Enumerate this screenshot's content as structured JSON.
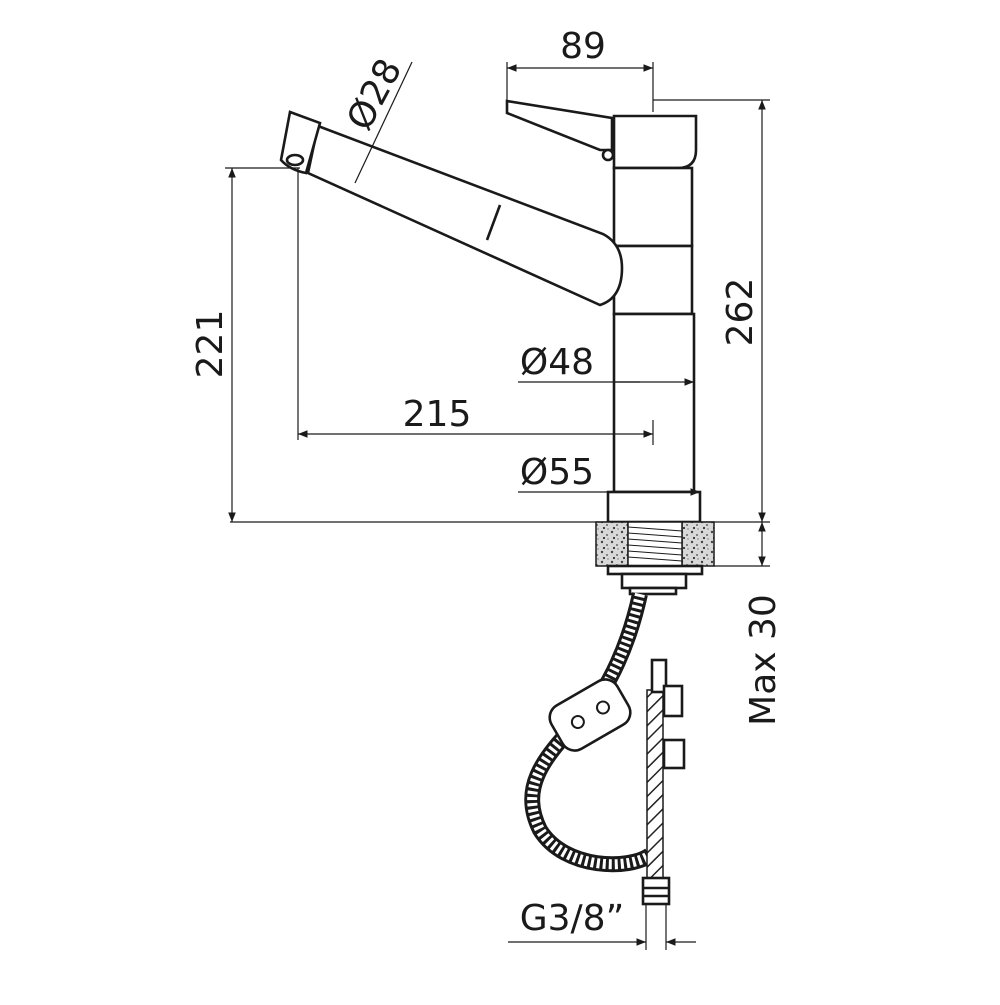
{
  "dimensions": {
    "top_width": "89",
    "spout_diameter": "Ø28",
    "total_height": "262",
    "spout_height": "221",
    "body_diameter": "Ø48",
    "reach": "215",
    "base_diameter": "Ø55",
    "max_deck": "Max 30",
    "thread": "G3/8”"
  }
}
